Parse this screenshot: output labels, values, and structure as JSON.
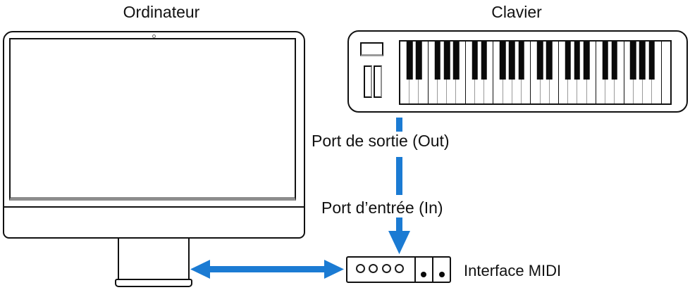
{
  "colors": {
    "accent": "#1b7bd3",
    "ink": "#111111",
    "gray": "#8d8d8d",
    "key_separator": "#9a9a9a"
  },
  "labels": {
    "computer": "Ordinateur",
    "keyboard": "Clavier",
    "out_port": "Port de sortie (Out)",
    "in_port": "Port d’entrée (In)",
    "midi_interface": "Interface MIDI"
  },
  "icons": {
    "down_arrow": "arrow-down",
    "bidirectional_arrow": "arrow-left-right"
  },
  "keyboard": {
    "white_keys": 29,
    "black_key_octave_pattern": [
      0,
      1,
      3,
      4,
      5
    ]
  },
  "midi_interface": {
    "round_ports": 4,
    "dot_ports": 2
  }
}
